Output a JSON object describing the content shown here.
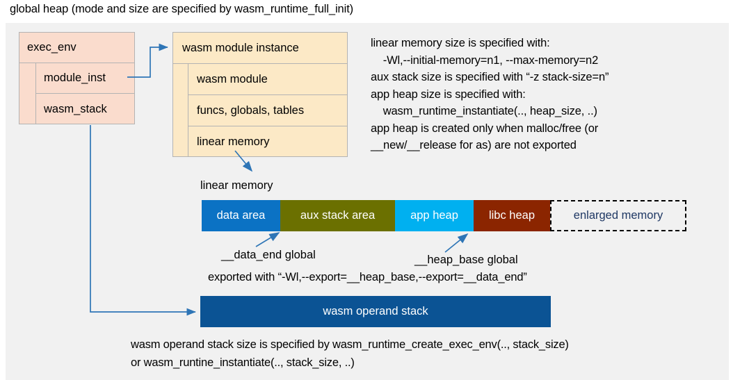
{
  "title": "global heap (mode and size are specified by wasm_runtime_full_init)",
  "colors": {
    "panel_bg": "#f1f1f1",
    "exec_env_fill": "#fadccd",
    "module_instance_fill": "#fce9c6",
    "data_area": "#0b72c4",
    "aux_stack_area": "#6b7000",
    "app_heap": "#00b0f0",
    "libc_heap": "#8b2500",
    "enlarged_memory_text": "#1f3864",
    "operand_stack": "#0b5394",
    "arrow": "#2e75b6"
  },
  "exec_env": {
    "header": "exec_env",
    "rows": [
      {
        "label": "module_inst"
      },
      {
        "label": "wasm_stack"
      }
    ]
  },
  "module_instance": {
    "header": "wasm module instance",
    "rows": [
      {
        "label": "wasm module"
      },
      {
        "label": "funcs, globals, tables"
      },
      {
        "label": "linear memory"
      }
    ]
  },
  "notes": {
    "lines": [
      "linear memory size is specified with:",
      "    -Wl,--initial-memory=n1, --max-memory=n2",
      "aux stack size is specified with “-z stack-size=n”",
      "app heap size is specified with:",
      "    wasm_runtime_instantiate(.., heap_size, ..)",
      "app heap is created only when malloc/free (or",
      "__new/__release for as) are not exported"
    ],
    "text": "linear memory size is specified with:\n    -Wl,--initial-memory=n1, --max-memory=n2\naux stack size is specified with “-z stack-size=n”\napp heap size is specified with:\n    wasm_runtime_instantiate(.., heap_size, ..)\napp heap is created only when malloc/free (or\n__new/__release for as) are not exported"
  },
  "linear_memory": {
    "label": "linear memory",
    "segments": [
      {
        "label": "data area",
        "width": 113,
        "color": "#0b72c4",
        "dashed": false
      },
      {
        "label": "aux stack area",
        "width": 165,
        "color": "#6b7000",
        "dashed": false
      },
      {
        "label": "app heap",
        "width": 113,
        "color": "#00b0f0",
        "dashed": false
      },
      {
        "label": "libc heap",
        "width": 110,
        "color": "#8b2500",
        "dashed": false
      },
      {
        "label": "enlarged memory",
        "width": 196,
        "color": "#f1f1f1",
        "dashed": true
      }
    ]
  },
  "annotations": {
    "data_end": "__data_end global",
    "heap_base": "__heap_base global",
    "exported_with": "exported with “-Wl,--export=__heap_base,--export=__data_end”"
  },
  "operand_stack": {
    "label": "wasm operand stack"
  },
  "bottom_notes": {
    "lines": [
      "wasm operand stack size is specified by wasm_runtime_create_exec_env(.., stack_size)",
      "or wasm_runtine_instantiate(.., stack_size, ..)"
    ],
    "text": "wasm operand stack size is specified by wasm_runtime_create_exec_env(.., stack_size)\nor wasm_runtine_instantiate(.., stack_size, ..)"
  }
}
